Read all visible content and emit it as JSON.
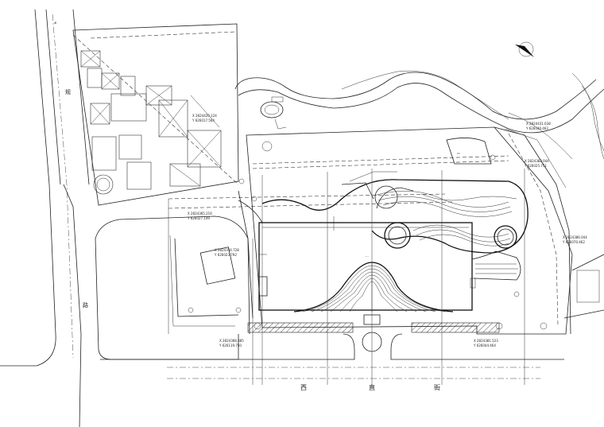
{
  "street_label": [
    "西",
    "直",
    "街"
  ],
  "west_road_label": [
    "规",
    "路"
  ],
  "coordinates": [
    "X 2824420.124",
    "Y 626017.564",
    "X 2824365.216",
    "Y 626027.149",
    "X 2824354.728",
    "Y 626023.792",
    "X 2824368.385",
    "Y 626119.750",
    "X 2824381.523",
    "Y 626044.464",
    "X 2824382.044",
    "Y 626025.751",
    "X 2824386.044",
    "Y 626070.462",
    "X 2824431.638",
    "Y 626040.462"
  ],
  "icons": {
    "north_arrow": "north-arrow-icon",
    "tree": "tree-icon"
  }
}
